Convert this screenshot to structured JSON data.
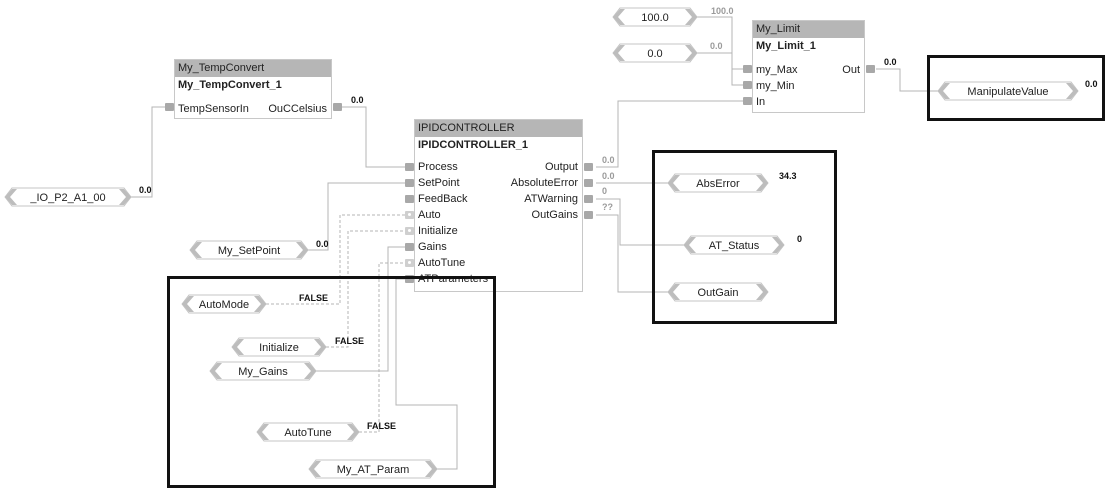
{
  "blocks": {
    "temp_convert": {
      "type": "My_TempConvert",
      "name": "My_TempConvert_1",
      "in_pin": "TempSensorIn",
      "out_pin": "OuCCelsius"
    },
    "pid": {
      "type": "IPIDCONTROLLER",
      "name": "IPIDCONTROLLER_1",
      "inputs": [
        "Process",
        "SetPoint",
        "FeedBack",
        "Auto",
        "Initialize",
        "Gains",
        "AutoTune",
        "ATParameters"
      ],
      "outputs": [
        "Output",
        "AbsoluteError",
        "ATWarning",
        "OutGains"
      ]
    },
    "limit": {
      "type": "My_Limit",
      "name": "My_Limit_1",
      "inputs": [
        "my_Max",
        "my_Min",
        "In"
      ],
      "output": "Out"
    }
  },
  "tags": {
    "io": "_IO_P2_A1_00",
    "setpoint": "My_SetPoint",
    "automode": "AutoMode",
    "initialize": "Initialize",
    "gains": "My_Gains",
    "autotune": "AutoTune",
    "at_param": "My_AT_Param",
    "const_max": "100.0",
    "const_min": "0.0",
    "manipulate": "ManipulateValue",
    "abserror": "AbsError",
    "at_status": "AT_Status",
    "outgain": "OutGain"
  },
  "values": {
    "io": "0.0",
    "celsius_out": "0.0",
    "setpoint": "0.0",
    "automode": "FALSE",
    "initialize": "FALSE",
    "autotune": "FALSE",
    "max": "100.0",
    "min": "0.0",
    "limit_out": "0.0",
    "manipulate": "0.0",
    "pid_output": "0.0",
    "pid_abserror": "0.0",
    "pid_atwarning": "0",
    "pid_outgains": "??",
    "abserror": "34.3",
    "at_status": "0"
  }
}
